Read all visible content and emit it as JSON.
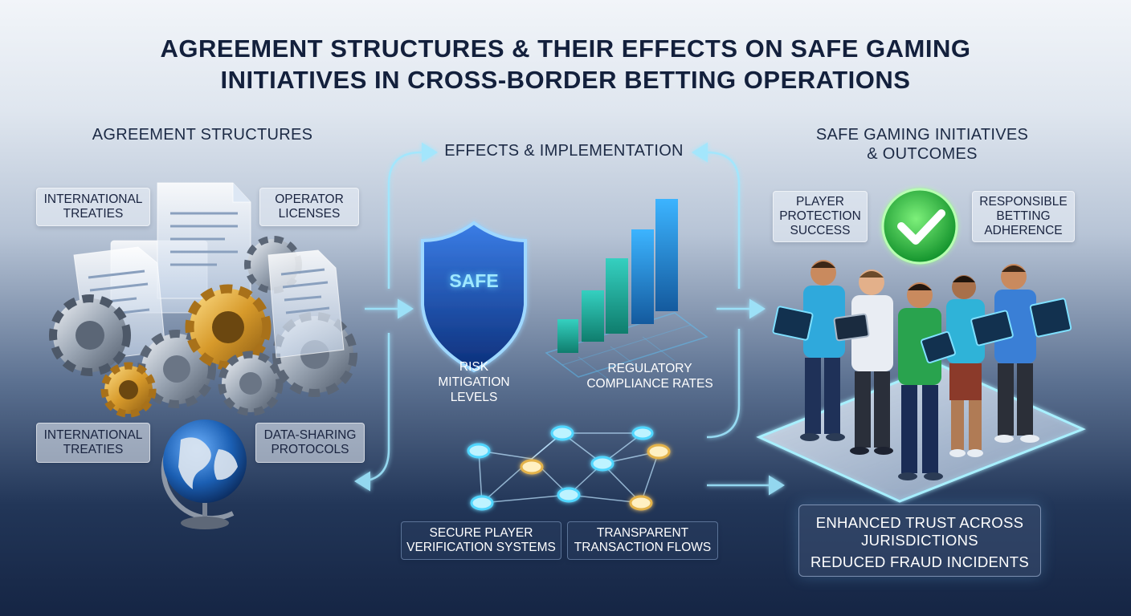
{
  "title": {
    "line1": "AGREEMENT STRUCTURES & THEIR EFFECTS ON SAFE GAMING",
    "line2": "INITIATIVES IN CROSS-BORDER BETTING OPERATIONS"
  },
  "left": {
    "heading": "AGREEMENT STRUCTURES",
    "labels": [
      {
        "line1": "INTERNATIONAL",
        "line2": "TREATIES"
      },
      {
        "line1": "OPERATOR",
        "line2": "LICENSES"
      },
      {
        "line1": "INTERNATIONAL",
        "line2": "TREATIES"
      },
      {
        "line1": "DATA-SHARING",
        "line2": "PROTOCOLS"
      }
    ]
  },
  "middle": {
    "heading": "EFFECTS & IMPLEMENTATION",
    "shield_text": "SAFE",
    "risk": {
      "line1": "RISK",
      "line2": "MITIGATION",
      "line3": "LEVELS"
    },
    "compliance": {
      "line1": "REGULATORY",
      "line2": "COMPLIANCE RATES"
    },
    "verification": {
      "line1": "SECURE PLAYER",
      "line2": "VERIFICATION SYSTEMS"
    },
    "transaction": {
      "line1": "TRANSPARENT",
      "line2": "TRANSACTION FLOWS"
    }
  },
  "right": {
    "heading_line1": "SAFE GAMING INITIATIVES",
    "heading_line2": "& OUTCOMES",
    "player_protection": {
      "line1": "PLAYER",
      "line2": "PROTECTION",
      "line3": "SUCCESS"
    },
    "responsible": {
      "line1": "RESPONSIBLE",
      "line2": "BETTING",
      "line3": "ADHERENCE"
    },
    "outcomes": {
      "line1": "ENHANCED TRUST ACROSS",
      "line2": "JURISDICTIONS",
      "line3": "REDUCED FRAUD INCIDENTS"
    }
  },
  "icons": [
    "document-icon",
    "gear-icon",
    "globe-icon",
    "shield-icon",
    "bar-chart-icon",
    "network-icon",
    "checkmark-icon",
    "people-icon",
    "tablet-icon",
    "arrow-icon"
  ],
  "colors": {
    "title": "#13203c",
    "accent_glow": "#7fe0ff",
    "check_green": "#2ec44a",
    "gold": "#e0a93a",
    "teal": "#23c7a0"
  }
}
